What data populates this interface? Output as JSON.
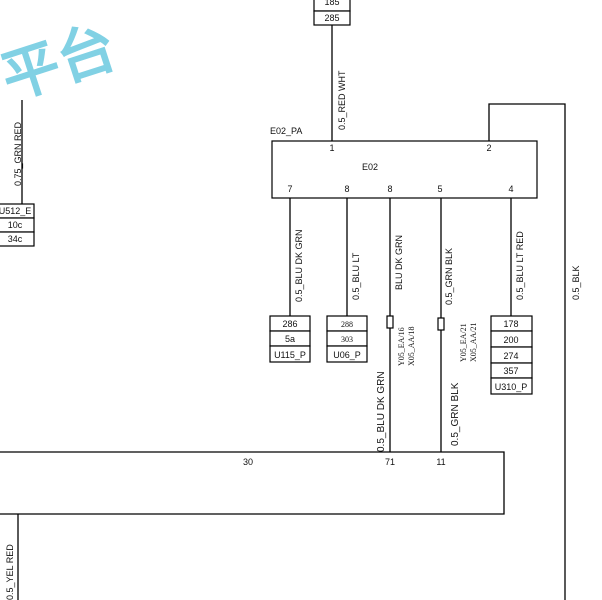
{
  "watermark": "平台",
  "top_connector": {
    "pins": [
      "185",
      "285"
    ],
    "wire": "0.5_RED WHT"
  },
  "left_connector": {
    "name": "U512_E",
    "pins": [
      "10c",
      "34c"
    ],
    "wire": "0.75_GRN RED"
  },
  "module": {
    "name": "E02",
    "connector": "E02_PA",
    "top_pins": [
      "1",
      "2"
    ],
    "bottom_pins": [
      "7",
      "8",
      "8",
      "5",
      "4"
    ]
  },
  "branch_wires": [
    "0.5_BLU DK GRN",
    "0.5_BLU LT",
    "BLU DK GRN",
    "0.5_GRN BLK",
    "0.5_BLU LT RED"
  ],
  "splices": [
    {
      "lines": [
        "Y05_EA/16",
        "X05_AA/18"
      ]
    },
    {
      "lines": [
        "Y05_EA/21",
        "X05_AA/21"
      ]
    }
  ],
  "connectors": [
    {
      "name": "U115_P",
      "pins": [
        "286",
        "5a"
      ]
    },
    {
      "name": "U06_P",
      "pins": [
        "288",
        "303"
      ]
    },
    {
      "name": "U310_P",
      "pins": [
        "178",
        "200",
        "274",
        "357"
      ]
    }
  ],
  "lower_wires": [
    "0.5_BLU DK GRN",
    "0.5_GRN BLK"
  ],
  "right_wire": "0.5_BLK",
  "bottom_block": {
    "pins": [
      "30",
      "71",
      "11"
    ]
  },
  "bottom_left_wire": "0.5_YEL RED"
}
